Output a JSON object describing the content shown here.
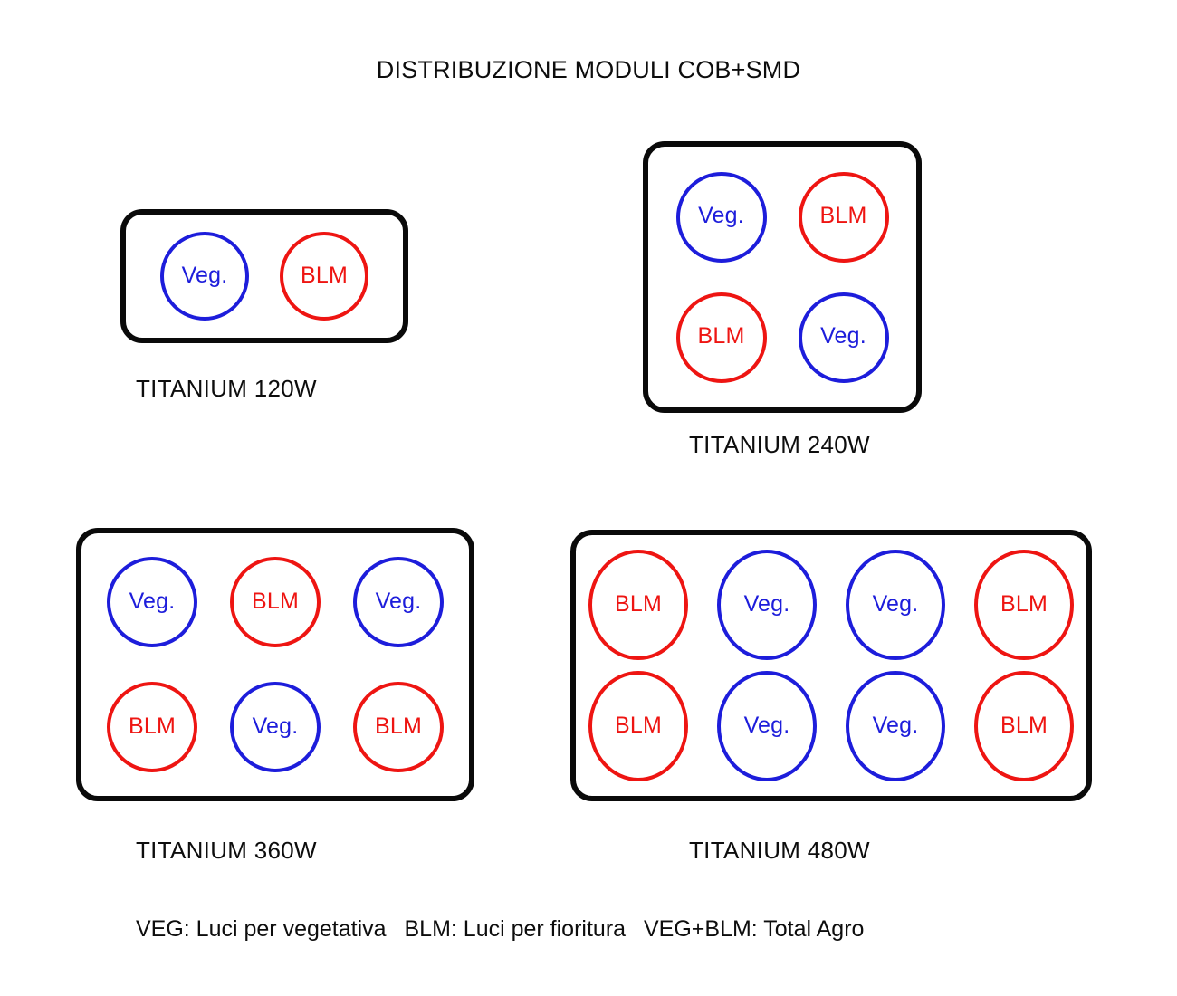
{
  "title": "DISTRIBUZIONE MODULI COB+SMD",
  "colors": {
    "veg": "#1d1ddb",
    "blm": "#ee1512",
    "panel_border": "#0a0a0a",
    "background": "#ffffff",
    "text": "#0d0d0d"
  },
  "module_labels": {
    "veg": "Veg.",
    "blm": "BLM"
  },
  "panels": [
    {
      "id": "panel-120",
      "caption": "TITANIUM 120W",
      "columns": 2,
      "rows": 1,
      "modules": [
        {
          "type": "veg",
          "label": "Veg."
        },
        {
          "type": "blm",
          "label": "BLM"
        }
      ]
    },
    {
      "id": "panel-240",
      "caption": "TITANIUM 240W",
      "columns": 2,
      "rows": 2,
      "modules": [
        {
          "type": "veg",
          "label": "Veg."
        },
        {
          "type": "blm",
          "label": "BLM"
        },
        {
          "type": "blm",
          "label": "BLM"
        },
        {
          "type": "veg",
          "label": "Veg."
        }
      ]
    },
    {
      "id": "panel-360",
      "caption": "TITANIUM 360W",
      "columns": 3,
      "rows": 2,
      "modules": [
        {
          "type": "veg",
          "label": "Veg."
        },
        {
          "type": "blm",
          "label": "BLM"
        },
        {
          "type": "veg",
          "label": "Veg."
        },
        {
          "type": "blm",
          "label": "BLM"
        },
        {
          "type": "veg",
          "label": "Veg."
        },
        {
          "type": "blm",
          "label": "BLM"
        }
      ]
    },
    {
      "id": "panel-480",
      "caption": "TITANIUM 480W",
      "columns": 4,
      "rows": 2,
      "modules": [
        {
          "type": "blm",
          "label": "BLM"
        },
        {
          "type": "veg",
          "label": "Veg."
        },
        {
          "type": "veg",
          "label": "Veg."
        },
        {
          "type": "blm",
          "label": "BLM"
        },
        {
          "type": "blm",
          "label": "BLM"
        },
        {
          "type": "veg",
          "label": "Veg."
        },
        {
          "type": "veg",
          "label": "Veg."
        },
        {
          "type": "blm",
          "label": "BLM"
        }
      ]
    }
  ],
  "legend": {
    "items": [
      "VEG:  Luci per vegetativa",
      "BLM: Luci per fioritura",
      "VEG+BLM: Total Agro"
    ]
  }
}
